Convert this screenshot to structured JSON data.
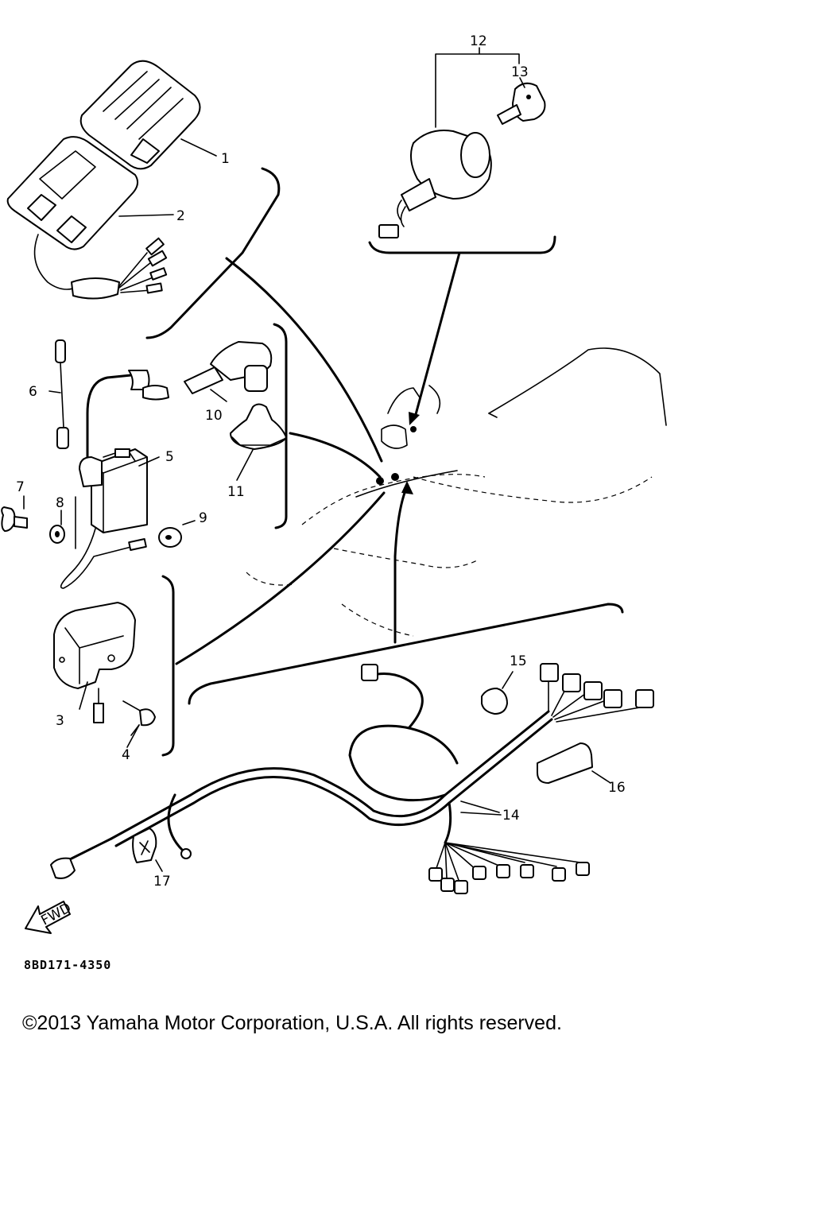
{
  "diagram": {
    "drawing_code": "8BD171-4350",
    "copyright": "©2013 Yamaha Motor Corporation, U.S.A. All rights reserved.",
    "fwd_label": "FWD",
    "callouts": {
      "p1": "1",
      "p2": "2",
      "p3": "3",
      "p4": "4",
      "p5": "5",
      "p6": "6",
      "p7": "7",
      "p8": "8",
      "p9": "9",
      "p10": "10",
      "p11": "11",
      "p12": "12",
      "p13": "13",
      "p14": "14",
      "p15": "15",
      "p16": "16",
      "p17": "17"
    }
  }
}
